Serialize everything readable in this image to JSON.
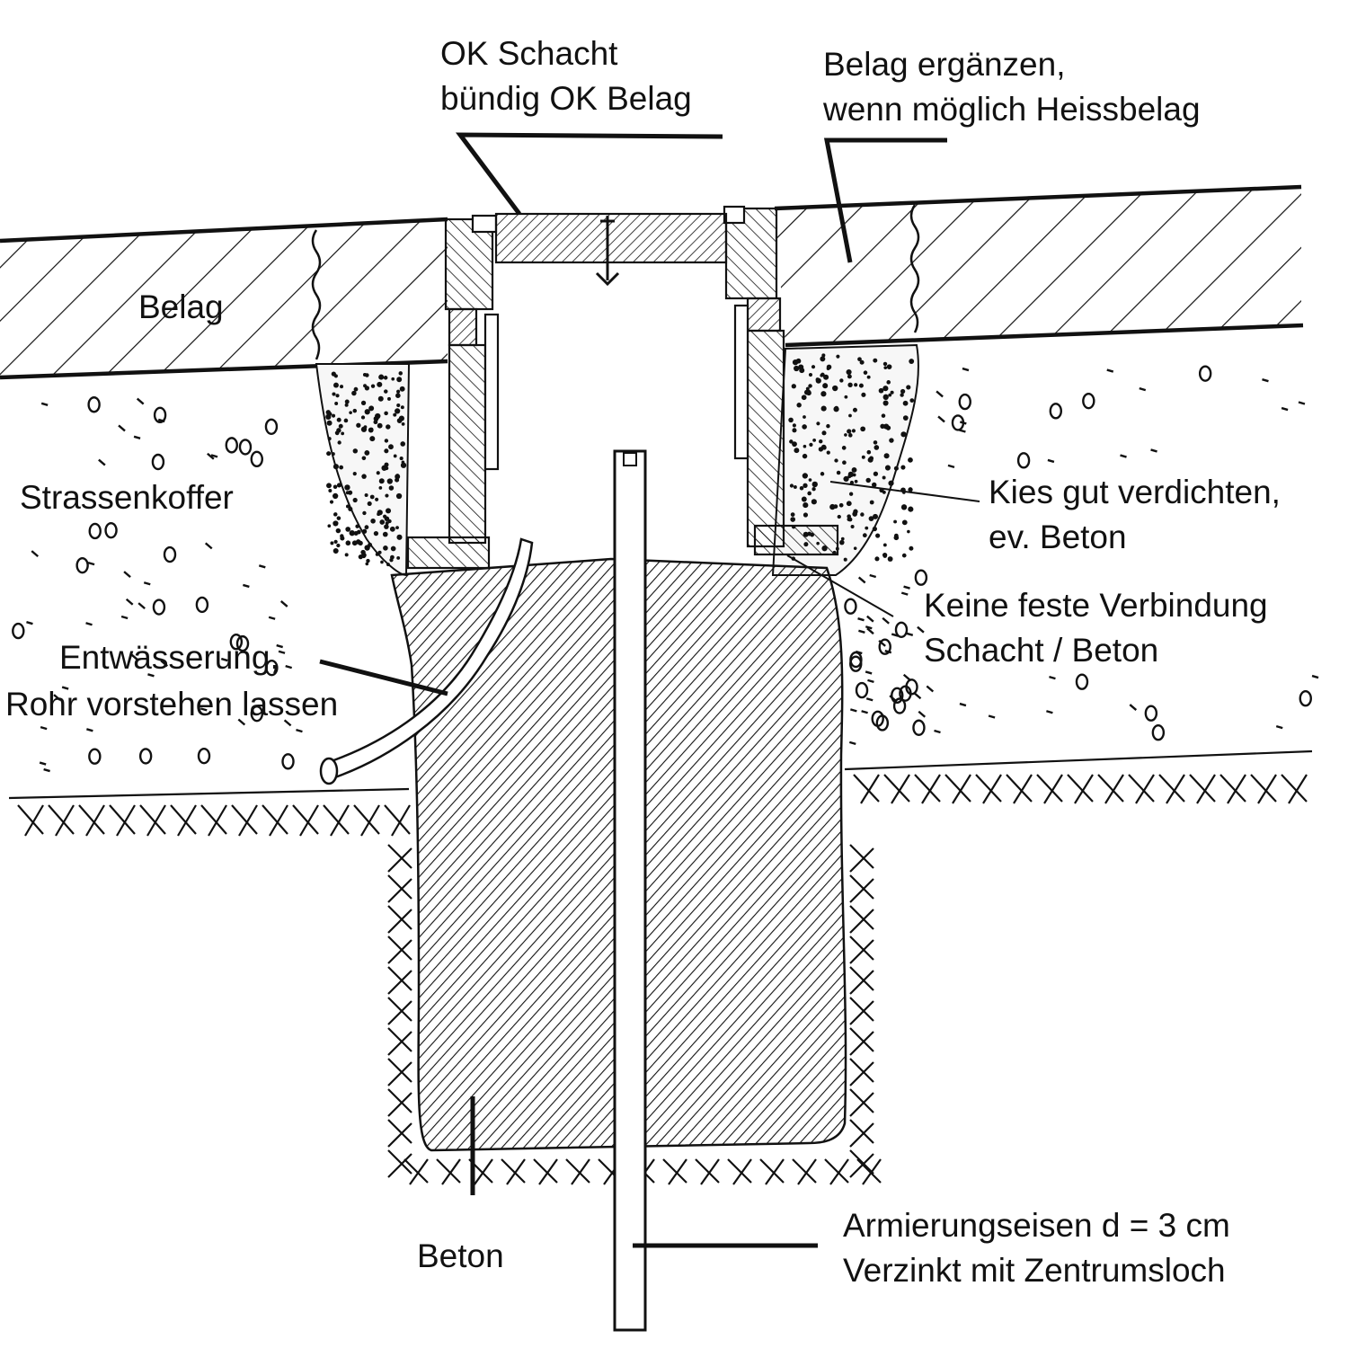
{
  "labels": {
    "ok_schacht": [
      "OK Schacht",
      "bündig OK Belag"
    ],
    "belag_ergaenzen": [
      "Belag ergänzen,",
      "wenn möglich Heissbelag"
    ],
    "belag": "Belag",
    "strassenkoffer": "Strassenkoffer",
    "kies": [
      "Kies gut verdichten,",
      "ev. Beton"
    ],
    "keine_verbindung": [
      "Keine feste Verbindung",
      "Schacht / Beton"
    ],
    "entwaesserung": [
      "Entwässerung,",
      "Rohr vorstehen lassen"
    ],
    "beton": "Beton",
    "armierung": [
      "Armierungseisen d = 3 cm",
      "Verzinkt mit Zentrumsloch"
    ]
  },
  "colors": {
    "ink": "#111111",
    "paper": "#ffffff"
  }
}
